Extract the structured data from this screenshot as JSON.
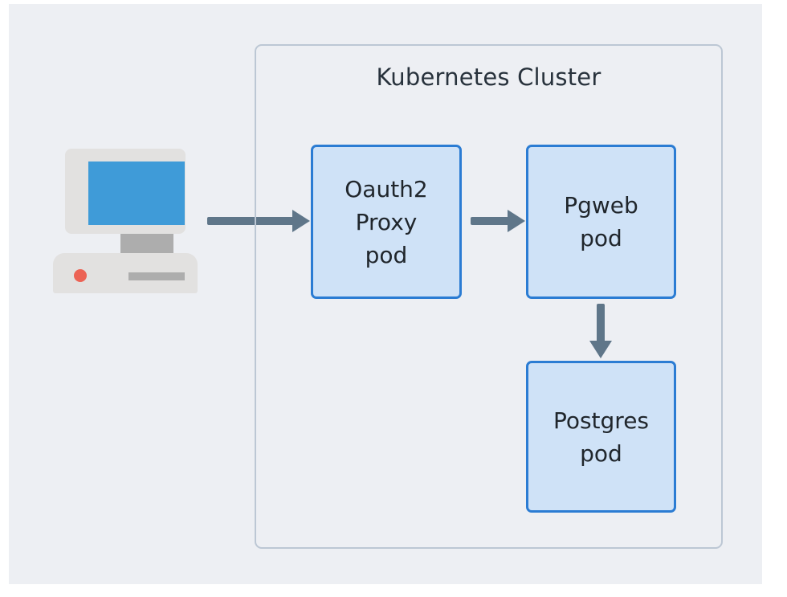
{
  "diagram": {
    "type": "architecture-flow",
    "background_color": "#edeff3",
    "page_background": "#ffffff",
    "cluster": {
      "title": "Kubernetes Cluster",
      "border_color": "#bcc7d4",
      "title_color": "#28323c"
    },
    "client": {
      "icon": "desktop-computer-icon",
      "screen_color": "#3f9bd8",
      "case_color": "#e2e1e0",
      "accent_color": "#ec6355"
    },
    "node_style": {
      "fill": "#cfe2f7",
      "border": "#2b7cd3",
      "text_color": "#20262c"
    },
    "arrow_color": "#5f7689",
    "nodes": [
      {
        "id": "oauth2-proxy",
        "lines": [
          "Oauth2",
          "Proxy",
          "pod"
        ]
      },
      {
        "id": "pgweb",
        "lines": [
          "Pgweb",
          "pod"
        ]
      },
      {
        "id": "postgres",
        "lines": [
          "Postgres",
          "pod"
        ]
      }
    ],
    "edges": [
      {
        "id": "client-to-oauth2",
        "from": "client",
        "to": "oauth2-proxy",
        "direction": "right"
      },
      {
        "id": "oauth2-to-pgweb",
        "from": "oauth2-proxy",
        "to": "pgweb",
        "direction": "right"
      },
      {
        "id": "pgweb-to-postgres",
        "from": "pgweb",
        "to": "postgres",
        "direction": "down"
      }
    ]
  }
}
